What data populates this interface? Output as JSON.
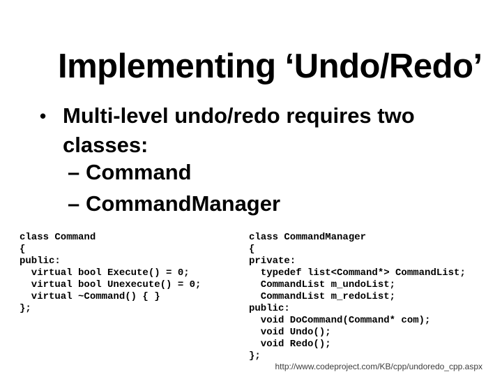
{
  "slide": {
    "title": "Implementing ‘Undo/Redo’",
    "bullet": {
      "marker": "•",
      "text": "Multi-level undo/redo requires two classes:"
    },
    "sub_bullets": [
      {
        "marker": "–",
        "label": "Command"
      },
      {
        "marker": "–",
        "label": "CommandManager"
      }
    ],
    "code_left": {
      "lines": [
        "class Command",
        "{",
        "public:",
        "  virtual bool Execute() = 0;",
        "  virtual bool Unexecute() = 0;",
        "  virtual ~Command() { }",
        "};"
      ]
    },
    "code_right": {
      "lines": [
        "class CommandManager",
        "{",
        "private:",
        "  typedef list<Command*> CommandList;",
        "  CommandList m_undoList;",
        "  CommandList m_redoList;",
        "public:",
        "  void DoCommand(Command* com);",
        "  void Undo();",
        "  void Redo();",
        "};"
      ]
    },
    "footer_link": "http://www.codeproject.com/KB/cpp/undoredo_cpp.aspx",
    "colors": {
      "background": "#ffffff",
      "text": "#000000",
      "link_text": "#3c3c3c"
    }
  }
}
